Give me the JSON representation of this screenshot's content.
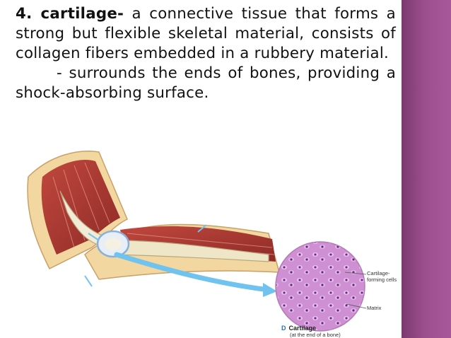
{
  "slide": {
    "term": "4. cartilage-",
    "definition": "a connective tissue that forms a strong but flexible skeletal material, consists of collagen fibers embedded in a rubbery material.",
    "bullet": "- surrounds the ends of bones, providing a shock-absorbing surface."
  },
  "figure": {
    "label_cells": "Cartilage- forming cells",
    "label_matrix": "Matrix",
    "caption_letter": "D",
    "caption_title": "Cartilage",
    "caption_sub": "(at the end of a bone)"
  },
  "colors": {
    "side_band": "#9b4f8c",
    "text": "#111111",
    "arrow": "#6fc3ee"
  }
}
